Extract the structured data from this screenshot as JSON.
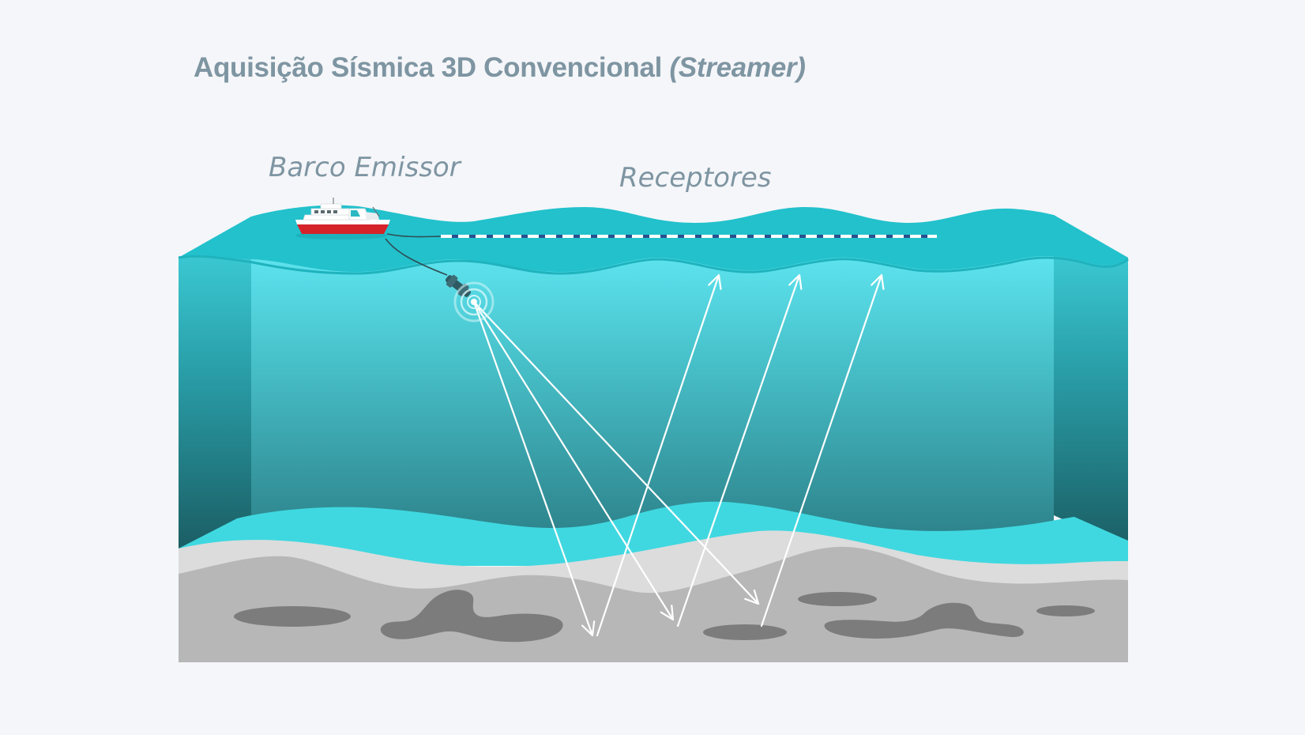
{
  "title": {
    "main": "Aquisição Sísmica 3D Convencional ",
    "emphasis": "(Streamer)"
  },
  "labels": {
    "boat": "Barco Emissor",
    "receivers": "Receptores"
  },
  "colors": {
    "background": "#f5f6f9",
    "text": "#7e95a2",
    "water_surface": "#22c1cc",
    "water_light": "#5fe2ee",
    "water_deep": "#1f6c73",
    "seabed_light": "#3fd8e0",
    "sediment_light": "#d8d8d8",
    "sediment": "#b5b5b5",
    "rock_pocket": "#7c7c7c",
    "ray": "#ffffff",
    "streamer_dash_a": "#ffffff",
    "streamer_dash_b": "#2a4f8c",
    "boat_hull": "#d6232a"
  },
  "icons": [
    "ship-icon",
    "airgun-source-icon",
    "pulse-rings-icon"
  ]
}
